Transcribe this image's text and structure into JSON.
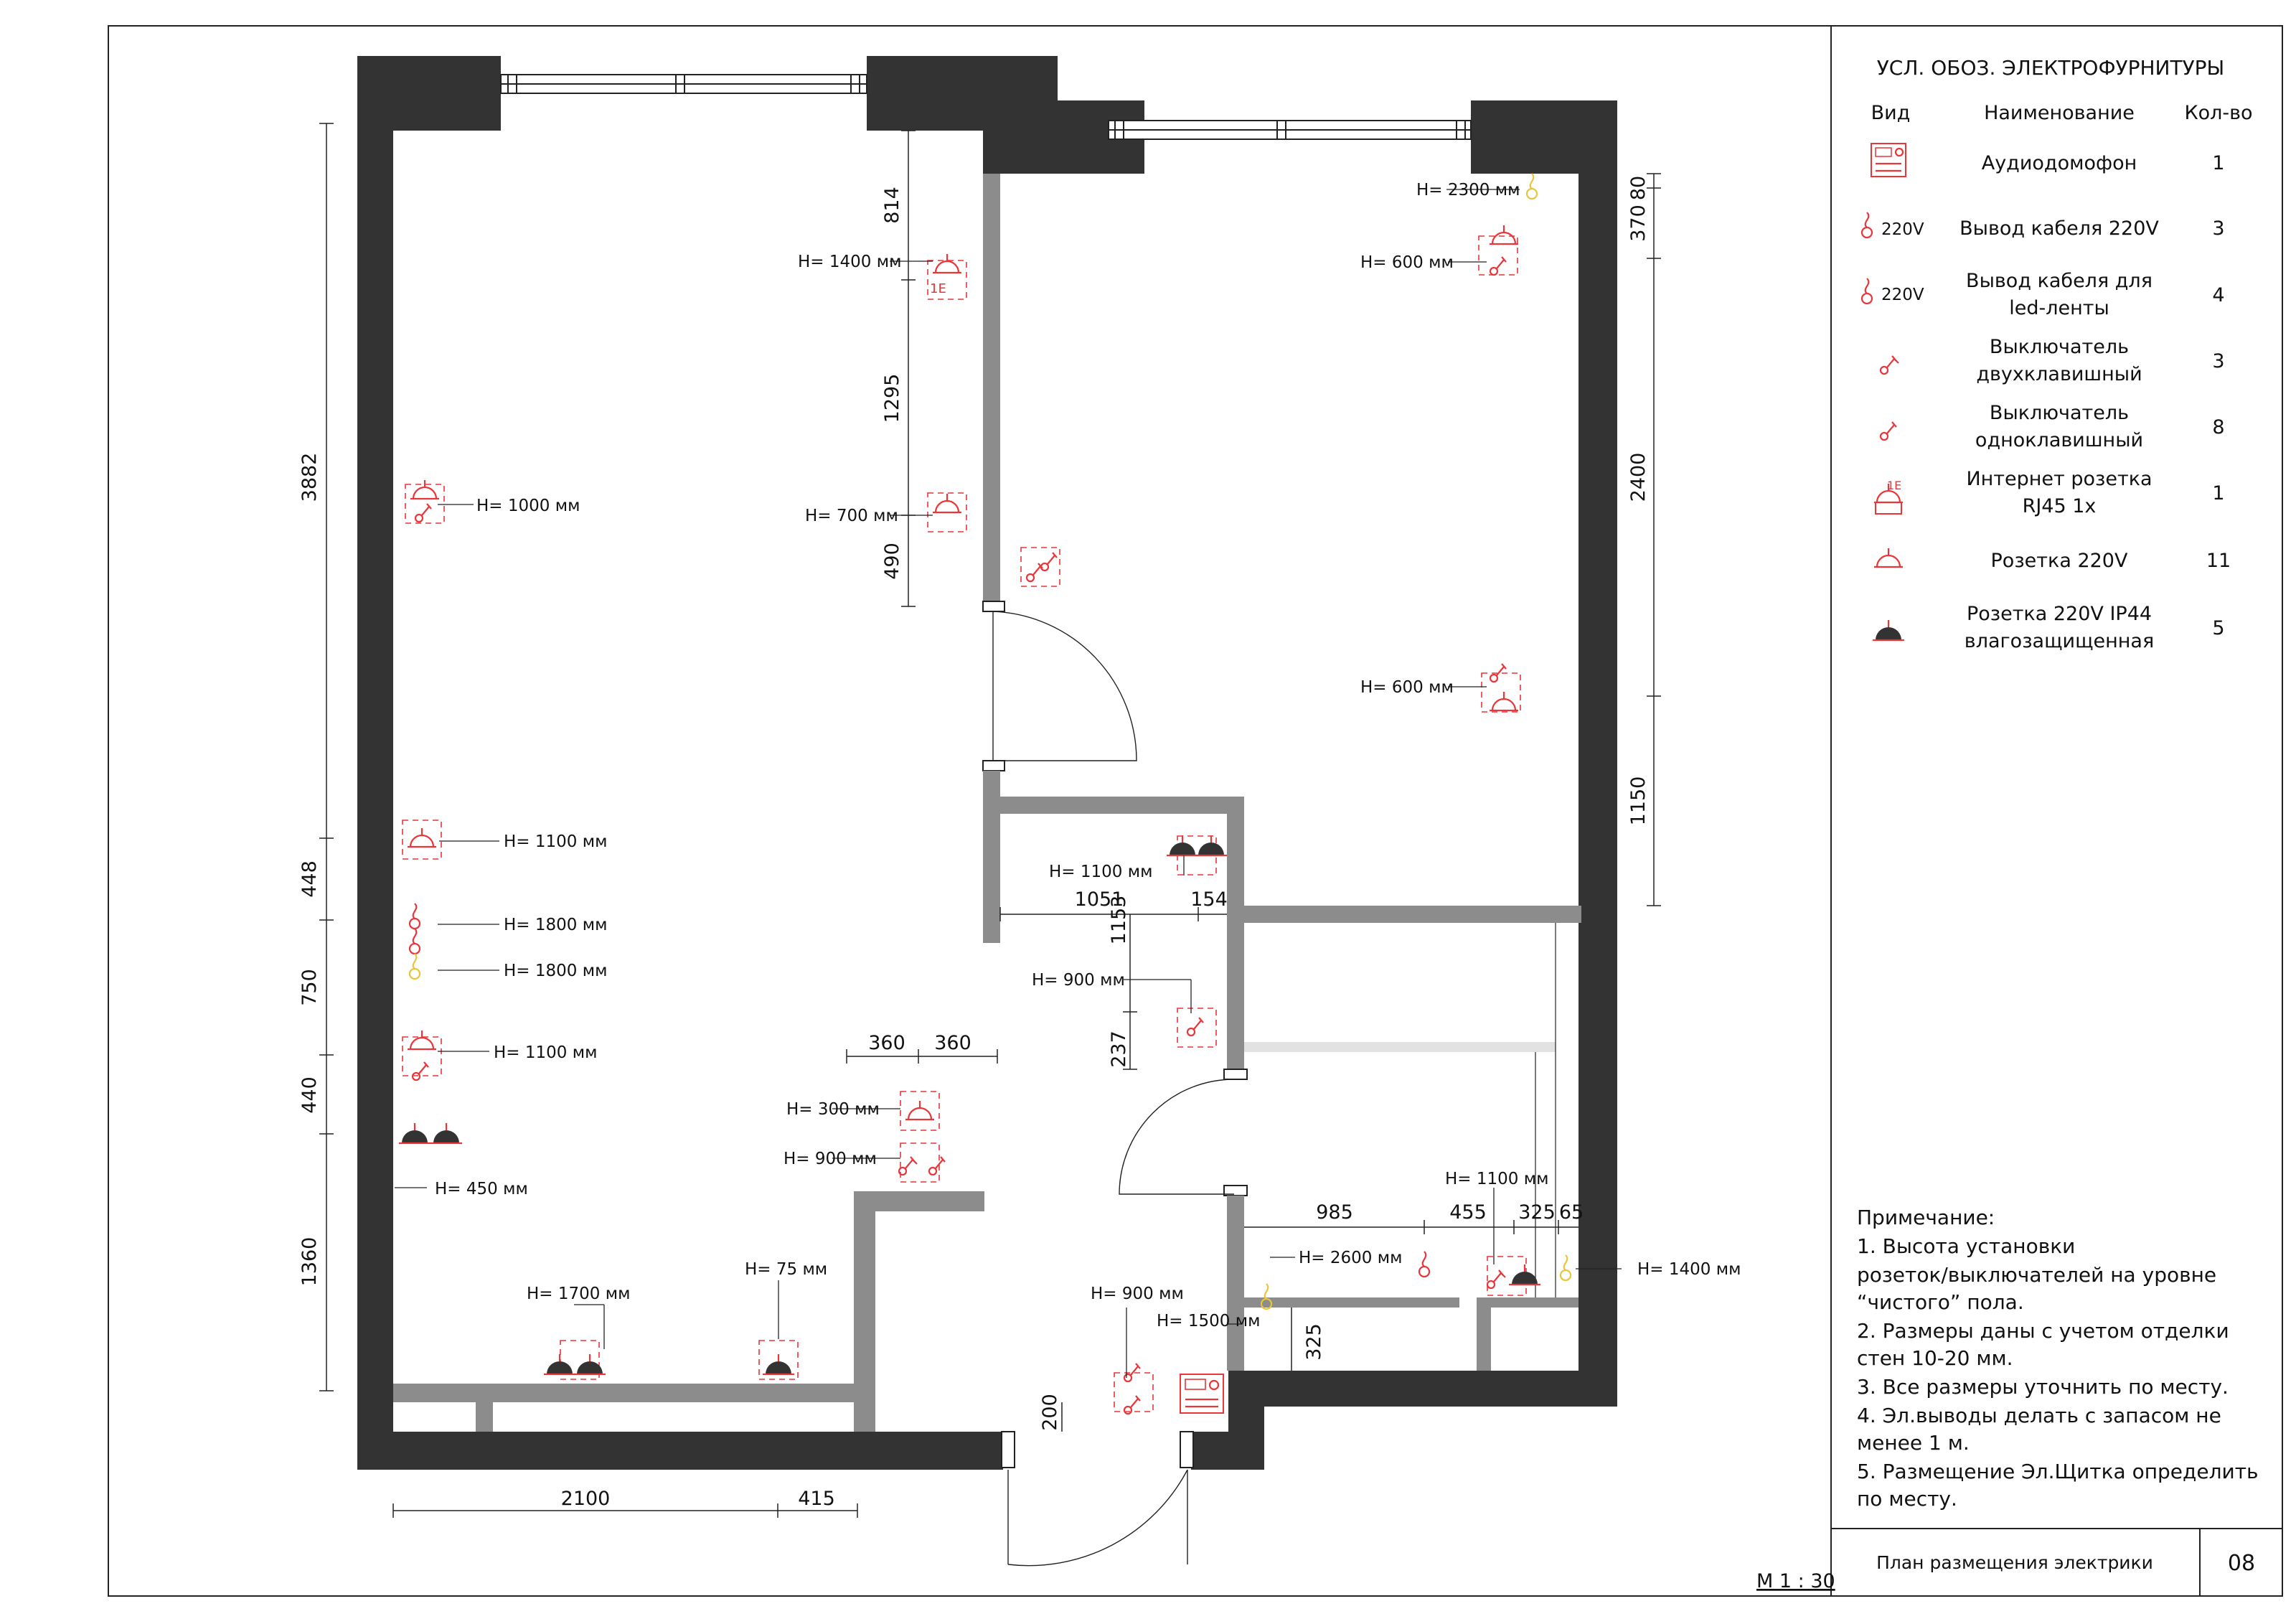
{
  "legend": {
    "title": "УСЛ. ОБОЗ. ЭЛЕКТРОФУРНИТУРЫ",
    "headers": {
      "type": "Вид",
      "name": "Наименование",
      "qty": "Кол-во"
    },
    "rows": [
      {
        "icon": "intercom-icon",
        "tag": "",
        "name1": "Аудиодомофон",
        "name2": "",
        "qty": "1"
      },
      {
        "icon": "cable-outlet-icon",
        "tag": "220V",
        "name1": "Вывод кабеля 220V",
        "name2": "",
        "qty": "3"
      },
      {
        "icon": "cable-outlet-icon",
        "tag": "220V",
        "name1": "Вывод кабеля для",
        "name2": "led-ленты",
        "qty": "4"
      },
      {
        "icon": "double-switch-icon",
        "tag": "",
        "name1": "Выключатель",
        "name2": "двухклавишный",
        "qty": "3"
      },
      {
        "icon": "single-switch-icon",
        "tag": "",
        "name1": "Выключатель",
        "name2": "одноклавишный",
        "qty": "8"
      },
      {
        "icon": "rj45-socket-icon",
        "tag": "",
        "name1": "Интернет розетка",
        "name2": "RJ45 1x",
        "qty": "1"
      },
      {
        "icon": "socket-icon",
        "tag": "",
        "name1": "Розетка 220V",
        "name2": "",
        "qty": "11"
      },
      {
        "icon": "waterproof-socket-icon",
        "tag": "",
        "name1": "Розетка 220V IP44",
        "name2": "влагозащищенная",
        "qty": "5"
      }
    ]
  },
  "notes": {
    "title": "Примечание:",
    "lines": [
      "1. Высота установки",
      "розеток/выключателей на уровне",
      "“чистого” пола.",
      "2. Размеры даны с учетом отделки",
      "стен 10-20 мм.",
      "3. Все размеры уточнить по месту.",
      "4. Эл.выводы делать с запасом не",
      "менее 1 м.",
      "5. Размещение Эл.Щитка определить",
      "по месту."
    ]
  },
  "stamp": {
    "title": "План размещения электрики",
    "sheet": "08"
  },
  "scale": "М 1 : 30",
  "dims": {
    "left_total": "3882",
    "left_1": "448",
    "left_2": "750",
    "left_3": "440",
    "left_4": "1360",
    "mid_1": "814",
    "mid_2": "1295",
    "mid_3": "490",
    "right_1": "80",
    "right_2": "370",
    "right_3": "2400",
    "right_4": "1150",
    "bottom_1": "2100",
    "bottom_2": "415",
    "hall_1": "1051",
    "hall_2": "154",
    "hall_3": "1153",
    "hall_4": "237",
    "hall_5": "360",
    "hall_6": "360",
    "bath_1": "985",
    "bath_2": "455",
    "bath_3": "325",
    "bath_4": "65",
    "bath_5": "325",
    "entry": "200"
  },
  "heights": {
    "h1400a": "H= 1400 мм",
    "h700": "H= 700 мм",
    "h1000": "H= 1000 мм",
    "h2300": "H= 2300 мм",
    "h600a": "H= 600 мм",
    "h600b": "H= 600 мм",
    "h1100a": "H= 1100 мм",
    "h1800a": "H= 1800 мм",
    "h1800b": "H= 1800 мм",
    "h1100b": "H= 1100 мм",
    "h450": "H= 450 мм",
    "h1700": "H= 1700 мм",
    "h75": "H= 75 мм",
    "h1100c": "H= 1100 мм",
    "h900a": "H= 900 мм",
    "h300": "H= 300 мм",
    "h900b": "H= 900 мм",
    "h900c": "H= 900 мм",
    "h1500": "H= 1500 мм",
    "h1100d": "H= 1100 мм",
    "h2600": "H= 2600 мм",
    "h1400b": "H= 1400 мм"
  }
}
